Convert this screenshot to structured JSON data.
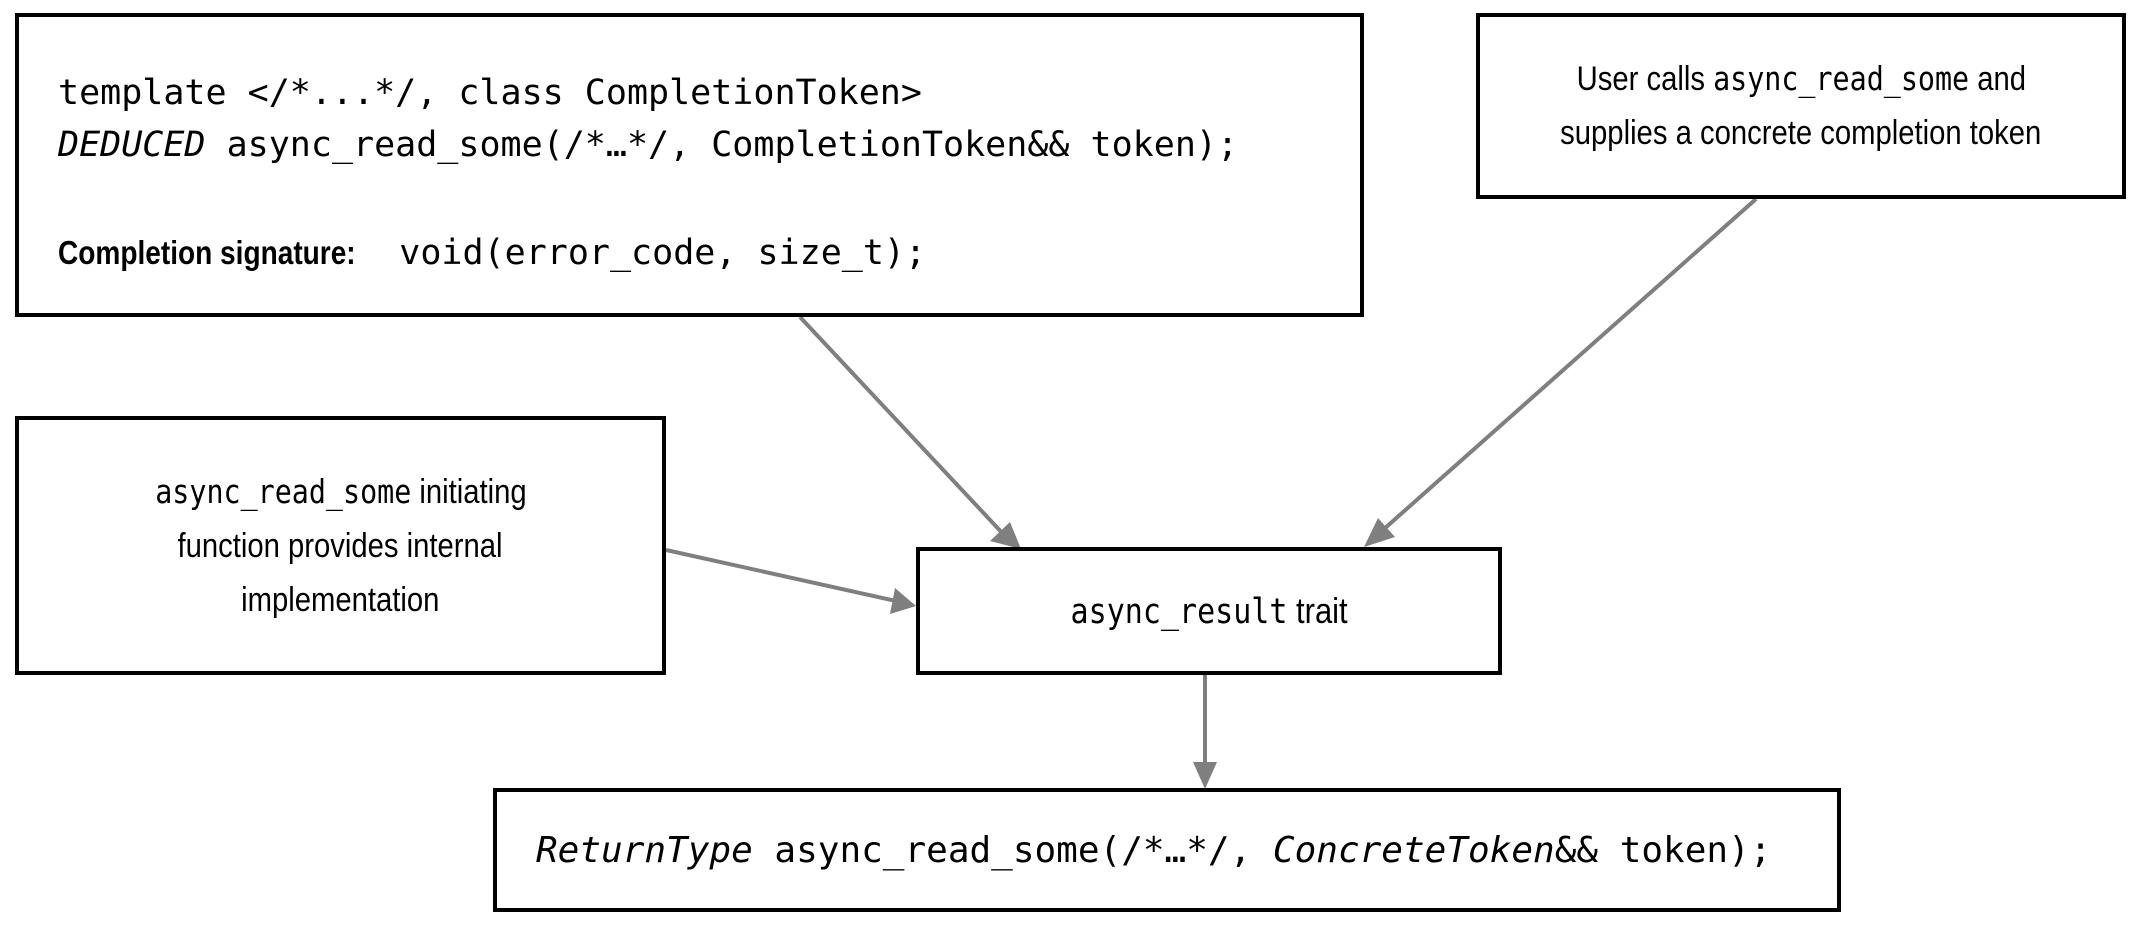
{
  "template_box": {
    "line1": "template </*...*/, class CompletionToken>",
    "line2_italic": "DEDUCED",
    "line2_rest": " async_read_some(/*…*/, CompletionToken&& token);",
    "signature_label": "Completion signature:",
    "signature_code": "void(error_code, size_t);"
  },
  "user_box": {
    "text1": "User calls ",
    "code": "async_read_some",
    "text2": " and",
    "line2": "supplies a concrete  completion token"
  },
  "init_box": {
    "code": "async_read_some",
    "text1": " initiating",
    "line2": "function provides internal",
    "line3": "implementation"
  },
  "trait_box": {
    "code": "async_result",
    "text": " trait"
  },
  "return_box": {
    "italic1": "ReturnType",
    "mid": " async_read_some(/*…*/, ",
    "italic2": "ConcreteToken",
    "end": "&& token);"
  },
  "colors": {
    "arrow": "#7f7f7f",
    "border": "#000000"
  }
}
